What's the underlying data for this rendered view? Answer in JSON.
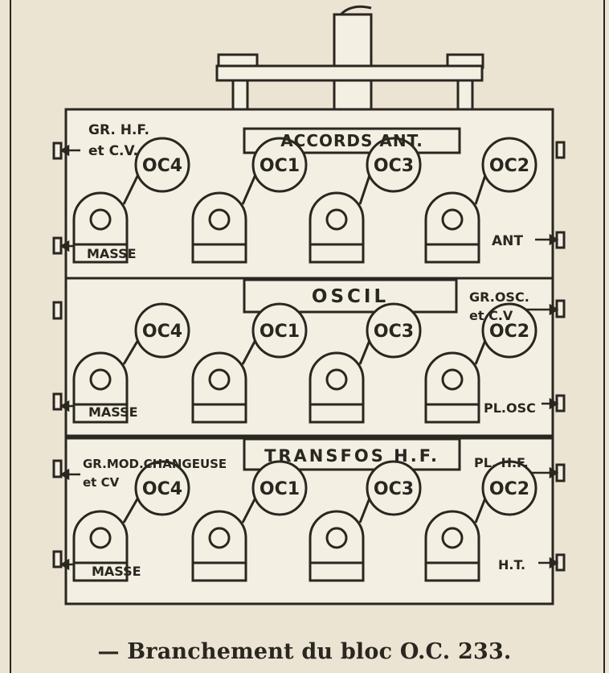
{
  "sections": [
    {
      "title": "ACCORDS ANT.",
      "left_top": [
        "GR. H.F.",
        "et C.V."
      ],
      "left_bottom": "MASSE",
      "right_top": [],
      "right_bottom": [
        "ANT"
      ],
      "coils": [
        "OC4",
        "OC1",
        "OC3",
        "OC2"
      ]
    },
    {
      "title": "OSCIL",
      "left_top": [],
      "left_bottom": "MASSE",
      "right_top": [
        "GR.OSC.",
        "et C.V"
      ],
      "right_bottom": [
        "PL.OSC"
      ],
      "coils": [
        "OC4",
        "OC1",
        "OC3",
        "OC2"
      ]
    },
    {
      "title": "TRANSFOS H.F.",
      "left_top": [
        "GR.MOD.CHANGEUSE",
        "et CV"
      ],
      "left_bottom": "MASSE",
      "right_top": [
        "PL. H.F."
      ],
      "right_bottom": [
        "H.T."
      ],
      "coils": [
        "OC4",
        "OC1",
        "OC3",
        "OC2"
      ]
    }
  ],
  "caption": "— Branchement du bloc O.C. 233.",
  "colors": {
    "paper": "#ece4d3",
    "ink": "#2a2620",
    "fill": "#f4efe3"
  }
}
